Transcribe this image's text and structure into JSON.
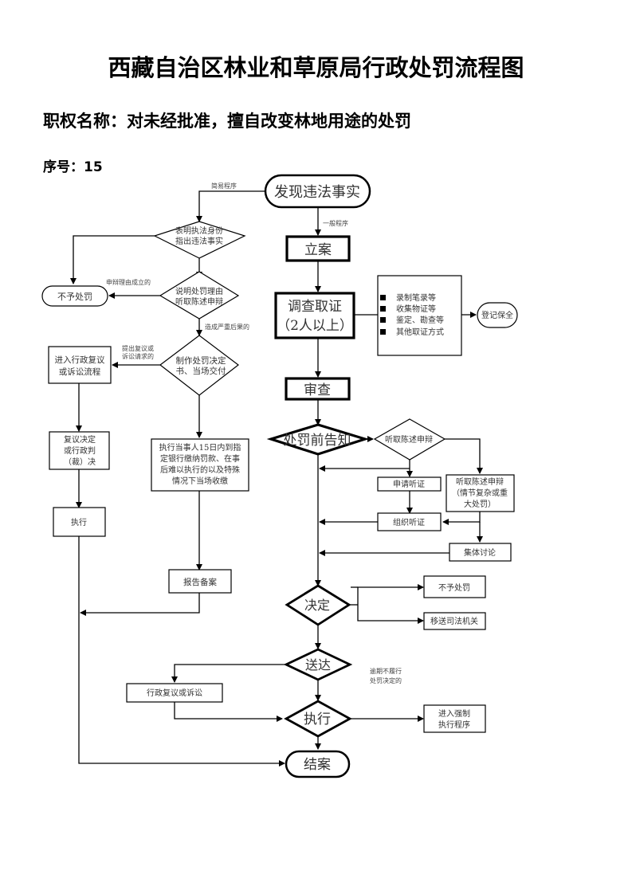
{
  "header": {
    "title": "西藏自治区林业和草原局行政处罚流程图",
    "subtitle": "职权名称：对未经批准，擅自改变林地用途的处罚",
    "serial": "序号：15"
  },
  "flowchart": {
    "start": "发现违法事实",
    "edge_simple": "简易程序",
    "edge_general": "一般程序",
    "simple_branch": {
      "identify": [
        "表明执法身份",
        "指出违法事实"
      ],
      "explain": [
        "说明处罚理由",
        "听取陈述申辩"
      ],
      "edge_defense_valid": "申辩理由成立的",
      "no_penalty": "不予处罚",
      "edge_serious": "造成严重后果的",
      "decide": [
        "制作处罚决定",
        "书、当场交付"
      ],
      "edge_review": [
        "提出复议或",
        "诉讼请求的"
      ],
      "review_process": [
        "进入行政复议",
        "或诉讼流程"
      ],
      "review_result": [
        "复议决定",
        "或行政判",
        "（裁）决"
      ],
      "execute": "执行",
      "pay": [
        "执行当事人15日内到指",
        "定银行缴纳罚款、在事",
        "后难以执行的以及特殊",
        "情况下当场收缴"
      ],
      "report": "报告备案"
    },
    "general_branch": {
      "file_case": "立案",
      "investigate": [
        "调查取证",
        "（2人以上）"
      ],
      "evidence_methods": [
        "录制笔录等",
        "收集物证等",
        "鉴定、勘查等",
        "其他取证方式"
      ],
      "preserve": "登记保全",
      "review": "审查",
      "prior_notice": "处罚前告知",
      "hear_defense": "听取陈述申辩",
      "apply_hearing": "申请听证",
      "hear_complex": [
        "听取陈述申辩",
        "（情节复杂或重",
        "大处罚）"
      ],
      "organize_hearing": "组织听证",
      "group_discussion": "集体讨论",
      "decision": "决定",
      "no_penalty": "不予处罚",
      "transfer_judicial": "移送司法机关",
      "deliver": "送达",
      "admin_review": "行政复议或诉讼",
      "edge_overdue": [
        "逾期不履行",
        "处罚决定的"
      ],
      "execute": "执行",
      "enforce": [
        "进入强制",
        "执行程序"
      ],
      "close": "结案"
    }
  }
}
